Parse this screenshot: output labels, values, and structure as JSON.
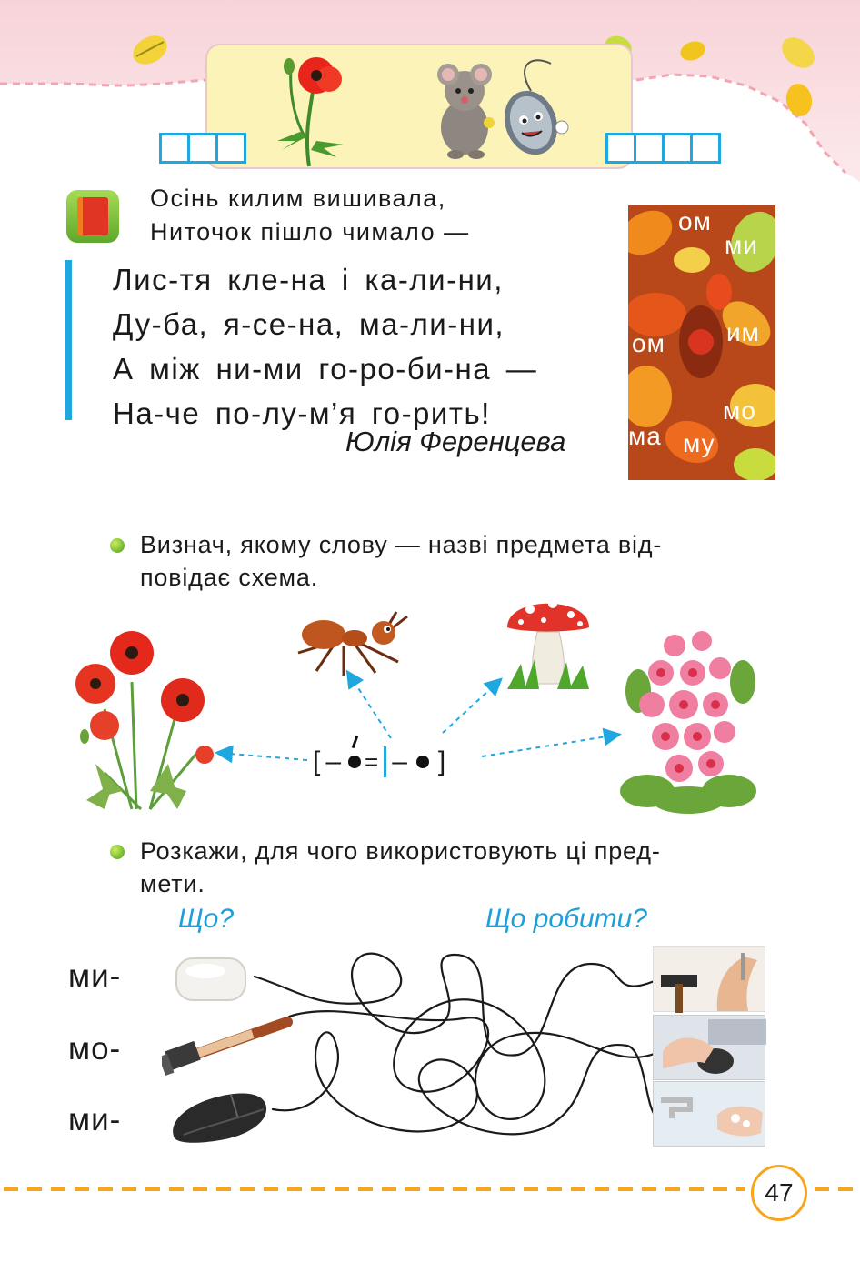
{
  "header": {
    "left_boxes": 3,
    "right_boxes": 4
  },
  "poem": {
    "intro": [
      "Осінь килим вишивала,",
      "Ниточок пішло чимало —"
    ],
    "lines": [
      "Лис-тя кле-на і ка-ли-ни,",
      "Ду-ба, я-се-на, ма-ли-ни,",
      "А між ни-ми го-ро-би-на —",
      "На-че по-лу-м’я го-рить!"
    ],
    "author": "Юлія Ференцева"
  },
  "leaf_syllables": [
    "ом",
    "ми",
    "ом",
    "им",
    "мо",
    "ма",
    "му"
  ],
  "task1": {
    "line1": "Визнач, якому слову — назві предмета від-",
    "line2": "повідає схема."
  },
  "scheme": {
    "open": "[",
    "close": "]",
    "dash": "–",
    "equals": "="
  },
  "task2": {
    "line1": "Розкажи, для чого використовують ці пред-",
    "line2": "мети."
  },
  "maze": {
    "what_label": "Що?",
    "do_label": "Що робити?",
    "syllables": [
      "ми-",
      "мо-",
      "ми-"
    ]
  },
  "page_number": "47",
  "colors": {
    "accent_blue": "#1fa7df",
    "header_pink": "#f4c1c9",
    "dash_orange": "#f6a51d",
    "leaf_background": "#b8481a"
  },
  "icons": [
    "book-icon",
    "poppy-icon",
    "mouse-animal-icon",
    "computer-mouse-icon",
    "leaf-icon",
    "ant-icon",
    "mushroom-icon",
    "mallow-flowers-icon",
    "soap-icon",
    "hammer-icon",
    "pc-mouse-icon"
  ]
}
